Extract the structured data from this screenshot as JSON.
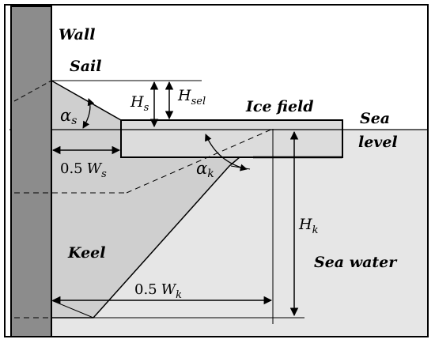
{
  "labels": {
    "wall": "Wall",
    "sail": "Sail",
    "ice_field": "Ice field",
    "sea_line1": "Sea",
    "sea_line2": "level",
    "keel": "Keel",
    "sea_water": "Sea water"
  },
  "symbols": {
    "hs_main": "H",
    "hs_sub": "s",
    "hsel_main": "H",
    "hsel_sub": "sel",
    "alpha_s_main": "α",
    "alpha_s_sub": "s",
    "alpha_k_main": "α",
    "alpha_k_sub": "k",
    "hk_main": "H",
    "hk_sub": "k",
    "ws_coef": "0.5",
    "ws_main": "W",
    "ws_sub": "s",
    "wk_coef": "0.5",
    "wk_main": "W",
    "wk_sub": "k"
  },
  "colors": {
    "wall_fill": "#8c8c8c",
    "water_fill": "#e6e6e6",
    "ridge_fill": "#cfcfcf",
    "ice_fill": "#dcdcdc",
    "stroke": "#000000"
  }
}
